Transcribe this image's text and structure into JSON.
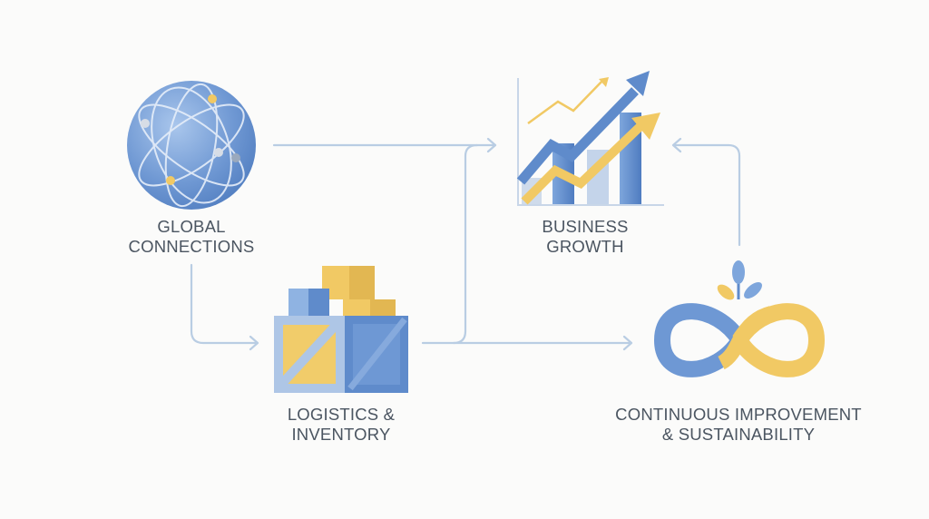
{
  "nodes": {
    "global": {
      "line1": "GLOBAL",
      "line2": "CONNECTIONS",
      "icon": "globe-icon"
    },
    "growth": {
      "line1": "BUSINESS",
      "line2": "GROWTH",
      "icon": "growth-chart-icon"
    },
    "logistics": {
      "line1": "LOGISTICS &",
      "line2": "INVENTORY",
      "icon": "crates-icon"
    },
    "improvement": {
      "line1": "CONTINUOUS IMPROVEMENT",
      "line2": "& SUSTAINABILITY",
      "icon": "infinity-sprout-icon"
    }
  },
  "colors": {
    "blue": "#5b87c9",
    "lightblue": "#a9c6e8",
    "gold": "#f1c964",
    "arrow": "#b9cde3",
    "text": "#4b5561"
  }
}
